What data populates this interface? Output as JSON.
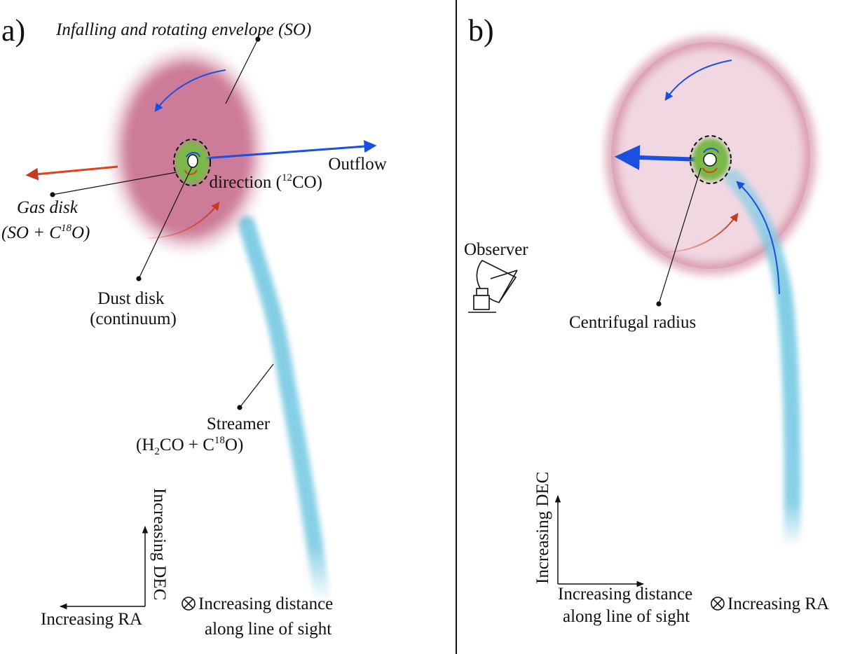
{
  "panel_a": {
    "letter": "a)",
    "envelope_label": "Infalling and rotating envelope (SO)",
    "outflow_label": {
      "line1": "Outflow",
      "line2_prefix": "direction (",
      "line2_sup": "12",
      "line2_suffix": "CO)"
    },
    "gas_disk_label": {
      "line1": "Gas disk",
      "line2_prefix": "(SO + C",
      "line2_sup": "18",
      "line2_suffix": "O)"
    },
    "dust_disk_label": {
      "line1": "Dust disk",
      "line2": "(continuum)"
    },
    "streamer_label": {
      "line1": "Streamer",
      "line2_a": "(H",
      "line2_sub": "2",
      "line2_b": "CO + C",
      "line2_sup": "18",
      "line2_c": "O)"
    },
    "axis_vertical": "Increasing DEC",
    "axis_horizontal": "Increasing RA",
    "los_label": {
      "line1": "Increasing distance",
      "line2": "along line of sight"
    }
  },
  "panel_b": {
    "letter": "b)",
    "observer_label": "Observer",
    "centrifugal_label": "Centrifugal radius",
    "axis_vertical": "Increasing DEC",
    "axis_horizontal": {
      "line1": "Increasing distance",
      "line2": "along line of sight"
    },
    "ra_label": "Increasing RA"
  },
  "colors": {
    "envelope": "#c8708f",
    "envelope_light": "#f0d3df",
    "gas_disk": "#7ab84a",
    "streamer": "#7ccbe3",
    "blue_arrow": "#1a4fe0",
    "red_arrow": "#e0401a",
    "rot_red": "#c43a22",
    "line": "#111111"
  },
  "icons": {
    "observer": "radio-telescope-icon",
    "los": "circled-times-icon"
  }
}
